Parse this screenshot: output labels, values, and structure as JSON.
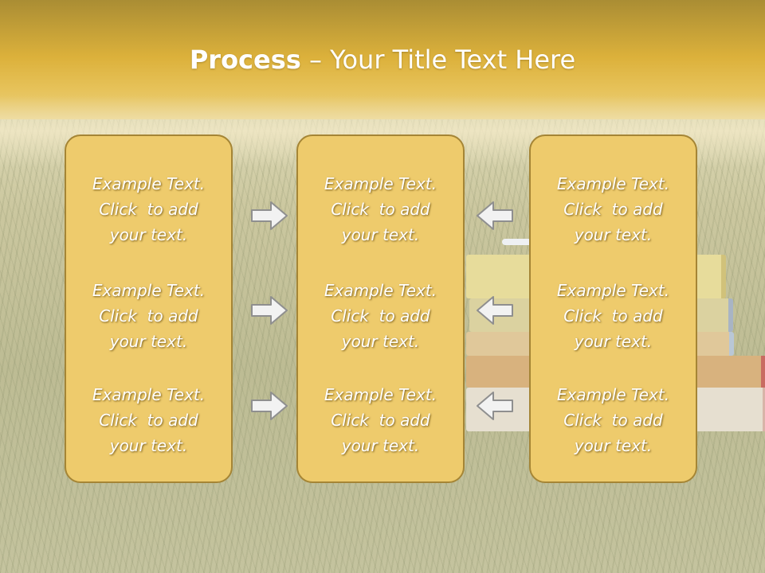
{
  "title": {
    "bold": "Process",
    "rest": " – Your Title Text Here"
  },
  "columns": [
    {
      "items": [
        {
          "l1": "Example Text.",
          "l2": "Click  to add",
          "l3": "your text."
        },
        {
          "l1": "Example Text.",
          "l2": "Click  to add",
          "l3": "your text."
        },
        {
          "l1": "Example Text.",
          "l2": "Click  to add",
          "l3": "your text."
        }
      ]
    },
    {
      "items": [
        {
          "l1": "Example Text.",
          "l2": "Click  to add",
          "l3": "your text."
        },
        {
          "l1": "Example Text.",
          "l2": "Click  to add",
          "l3": "your text."
        },
        {
          "l1": "Example Text.",
          "l2": "Click  to add",
          "l3": "your text."
        }
      ]
    },
    {
      "items": [
        {
          "l1": "Example Text.",
          "l2": "Click  to add",
          "l3": "your text."
        },
        {
          "l1": "Example Text.",
          "l2": "Click  to add",
          "l3": "your text."
        },
        {
          "l1": "Example Text.",
          "l2": "Click  to add",
          "l3": "your text."
        }
      ]
    }
  ],
  "arrows": {
    "left_group": "arrow-right",
    "right_group": "arrow-left"
  },
  "colors": {
    "box_fill": "#eecb6c",
    "box_border": "#a58535",
    "header": "#dcb13b"
  }
}
